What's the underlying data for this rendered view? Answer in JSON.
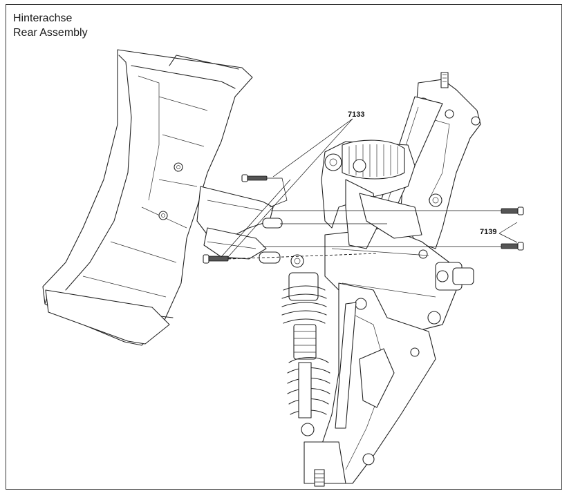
{
  "title": {
    "line1": "Hinterachse",
    "line2": "Rear Assembly"
  },
  "parts": {
    "screw_a": "7133",
    "screw_b": "7139"
  },
  "colors": {
    "line": "#222222",
    "screw_fill": "#555555",
    "border": "#333333"
  }
}
